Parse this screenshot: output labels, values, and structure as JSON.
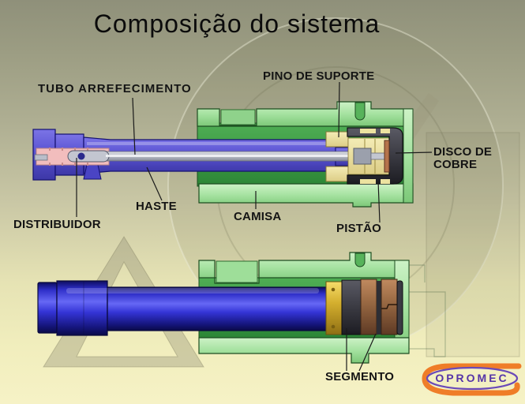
{
  "slide": {
    "title": "Composição do sistema",
    "labels": {
      "tubo_arrefecimento": "TUBO ARREFECIMENTO",
      "pino_de_suporte": "PINO DE SUPORTE",
      "disco_de_cobre": "DISCO DE COBRE",
      "haste": "HASTE",
      "camisa": "CAMISA",
      "distribuidor": "DISTRIBUIDOR",
      "pistao": "PISTÃO",
      "segmento": "SEGMENTO"
    },
    "logo": {
      "text": "OPROMEC"
    },
    "colors": {
      "camisa_green_light": "#9ede99",
      "bore_green_dark": "#3f9e44",
      "haste_blue": "#5a53d2",
      "cylinder_blue_bright": "#3636d8",
      "distribuidor_pink": "#f2bdbd",
      "pino_khaki": "#ece2a0",
      "copper": "#9a6a44",
      "segment_yellow": "#d4af2e",
      "piston_dark_gray": "#3a3a42",
      "rod_gray": "#b9bdc9",
      "logo_orange": "#ef7d28",
      "logo_purple": "#5534a8",
      "label_text": "#141414"
    }
  }
}
